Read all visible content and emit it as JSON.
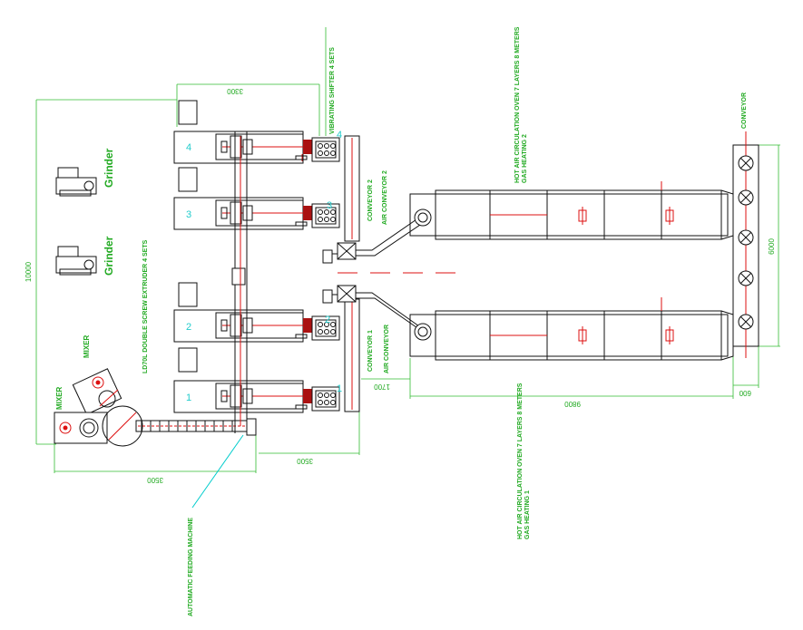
{
  "colors": {
    "label": "#22aa22",
    "number": "#22cccc",
    "red": "#dd1111",
    "line": "#111111",
    "leader": "#00cccc"
  },
  "labels": {
    "grinder_top": "Grinder",
    "grinder_bottom": "Grinder",
    "mixer_left": "MIXER",
    "mixer_right": "MIXER",
    "extruder": "LD70L DOUBLE SCREW EXTRUDER 4 SETS",
    "shifter": "VIBRATING SHIFTER 4 SETS",
    "conveyor2": "CONVEYOR 2",
    "air_conveyor2": "AIR CONVEYOR 2",
    "conveyor1": "CONVEYOR 1",
    "air_conveyor1": "AIR CONVEYOR",
    "oven_top_1": "HOT AIR CIRCULATION OVEN 7 LAYERS 8 METERS",
    "oven_top_2": "GAS HEATING 2",
    "oven_bottom_1": "HOT AIR CIRCULATION OVEN 7 LAYERS 8 METERS",
    "oven_bottom_2": "GAS HEATING 1",
    "conveyor_right": "CONVEYOR",
    "feeder": "AUTOMATIC FEEDING MACHINE"
  },
  "dimensions": {
    "top_width": "3300",
    "left_height": "10000",
    "bottom_left": "3500",
    "bottom_mid": "3500",
    "gap": "1700",
    "oven_length": "9800",
    "right_width": "600",
    "right_height": "6000"
  },
  "lines": {
    "line1": {
      "number": "1",
      "shifter_number": "1"
    },
    "line2": {
      "number": "2",
      "shifter_number": "2"
    },
    "line3": {
      "number": "3",
      "shifter_number": "3"
    },
    "line4": {
      "number": "4",
      "shifter_number": "4"
    }
  }
}
